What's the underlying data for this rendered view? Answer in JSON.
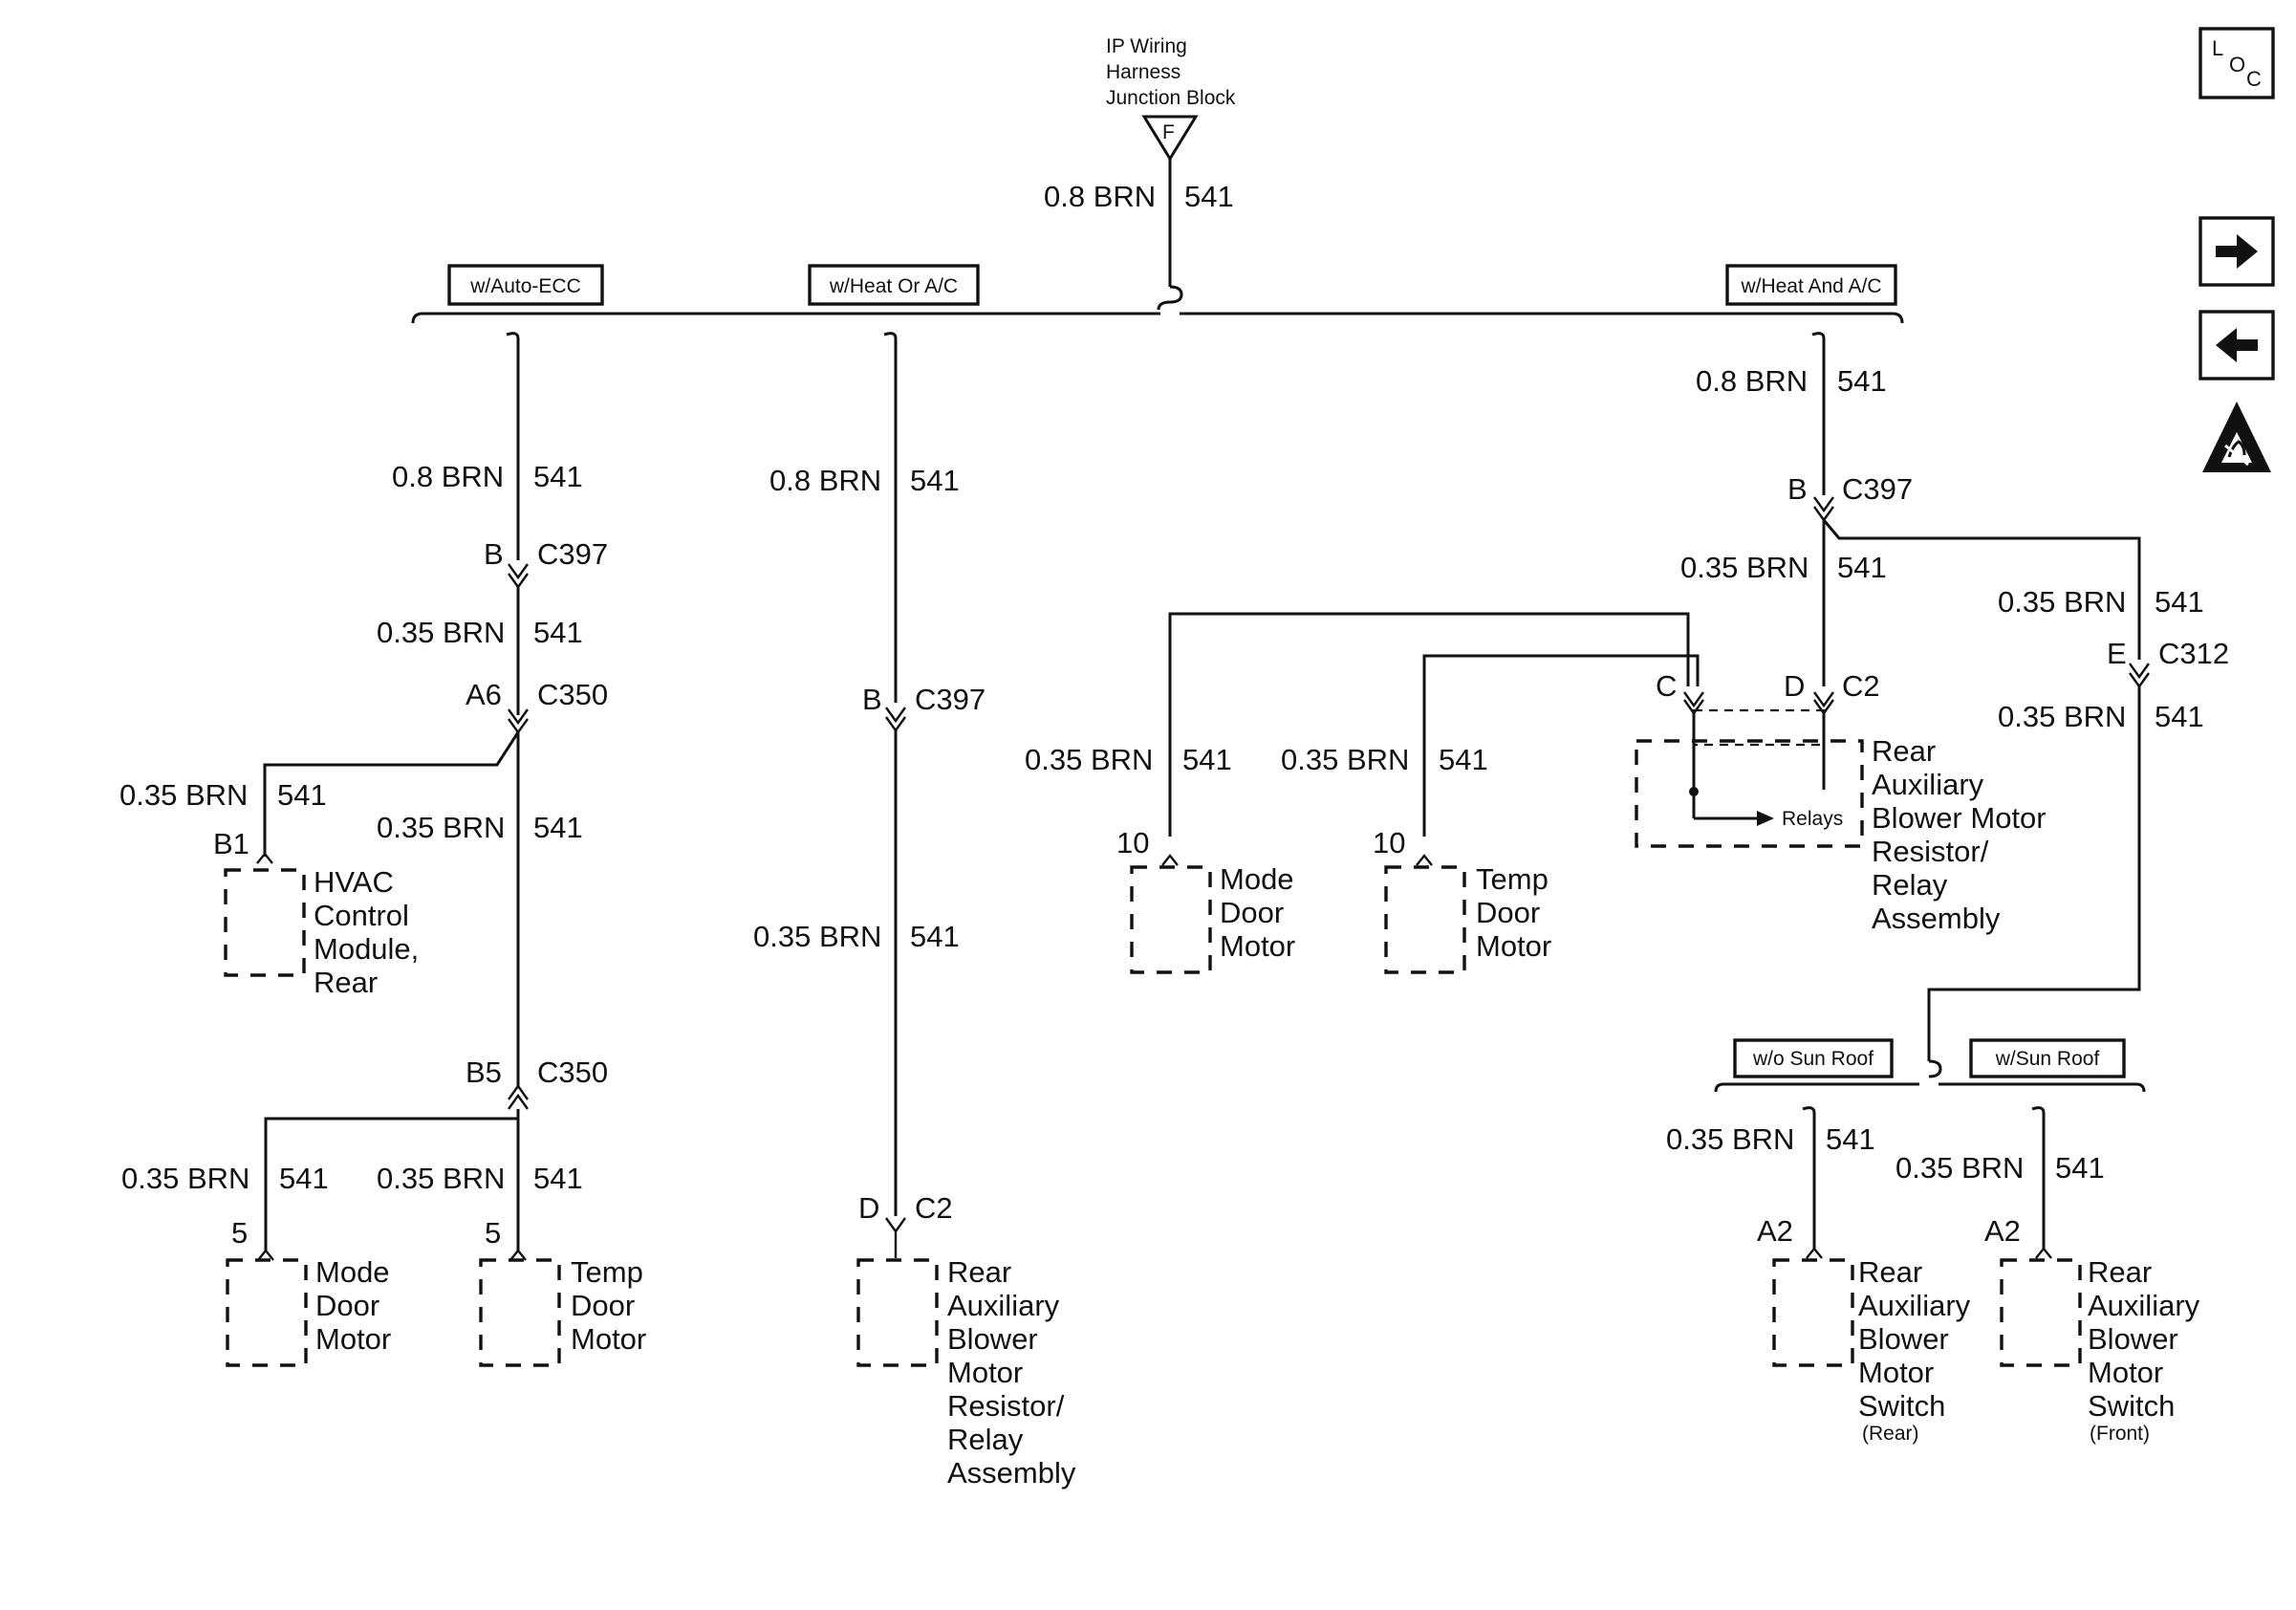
{
  "source": {
    "lines": [
      "IP Wiring",
      "Harness",
      "Junction Block"
    ],
    "pin": "F"
  },
  "wire": {
    "gauge_08": "0.8 BRN",
    "gauge_035": "0.35 BRN",
    "circuit": "541"
  },
  "options": {
    "auto_ecc": "w/Auto-ECC",
    "heat_or_ac": "w/Heat Or A/C",
    "heat_and_ac": "w/Heat And A/C",
    "wo_sunroof": "w/o Sun Roof",
    "w_sunroof": "w/Sun Roof"
  },
  "connectors": {
    "c397": "C397",
    "c350": "C350",
    "c2": "C2",
    "c312": "C312"
  },
  "pins": {
    "b": "B",
    "a6": "A6",
    "b1": "B1",
    "b5": "B5",
    "p5": "5",
    "d": "D",
    "c": "C",
    "e": "E",
    "p10": "10",
    "a2": "A2"
  },
  "components": {
    "hvac_module": [
      "HVAC",
      "Control",
      "Module,",
      "Rear"
    ],
    "mode_door_motor": [
      "Mode",
      "Door",
      "Motor"
    ],
    "temp_door_motor": [
      "Temp",
      "Door",
      "Motor"
    ],
    "rear_aux_resistor": [
      "Rear",
      "Auxiliary",
      "Blower",
      "Motor",
      "Resistor/",
      "Relay",
      "Assembly"
    ],
    "rear_aux_resistor_right": [
      "Rear",
      "Auxiliary",
      "Blower Motor",
      "Resistor/",
      "Relay",
      "Assembly"
    ],
    "relays": "Relays",
    "switch": [
      "Rear",
      "Auxiliary",
      "Blower",
      "Motor",
      "Switch"
    ],
    "switch_rear_note": "(Rear)",
    "switch_front_note": "(Front)"
  },
  "nav": {
    "loc_l": "L",
    "loc_o": "O",
    "loc_c": "C",
    "forward": "forward-arrow-icon",
    "back": "back-arrow-icon",
    "esd": "esd-warning-icon"
  }
}
